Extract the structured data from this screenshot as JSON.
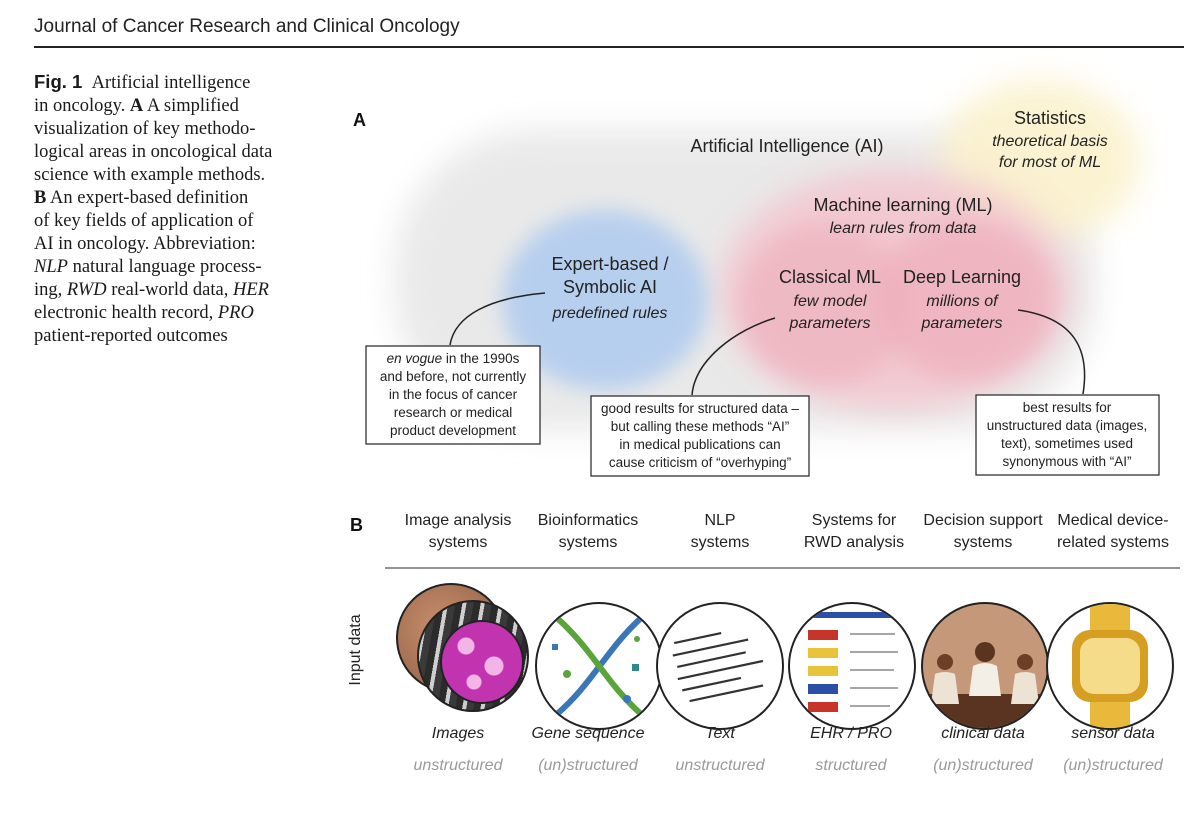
{
  "journal": "Journal of Cancer Research and Clinical Oncology",
  "caption": {
    "fig": "Fig. 1",
    "l1": "Artificial intelligence",
    "l2": "in oncology.",
    "a": "A",
    "a_text1": "A simplified",
    "l3": "visualization of key methodo-",
    "l4": "logical areas in oncological data",
    "l5": "science with example methods.",
    "b": "B",
    "b_text1": "An expert-based definition",
    "l7": "of key fields of application of",
    "l8": "AI in oncology. Abbreviation:",
    "nlp": "NLP",
    "nlp_text": "natural language process-",
    "l10": "ing,",
    "rwd": "RWD",
    "rwd_text": "real-world data,",
    "her": "HER",
    "l11": "electronic health record,",
    "pro": "PRO",
    "l12": "patient-reported outcomes"
  },
  "panel_a": {
    "label": "A",
    "ai": "Artificial Intelligence (AI)",
    "stat_title": "Statistics",
    "stat_l1": "theoretical basis",
    "stat_l2": "for most of ML",
    "ml_title": "Machine learning (ML)",
    "ml_sub": "learn rules from data",
    "expert_l1": "Expert-based /",
    "expert_l2": "Symbolic AI",
    "expert_sub": "predefined rules",
    "classical_title": "Classical ML",
    "classical_l1": "few model",
    "classical_l2": "parameters",
    "deep_title": "Deep Learning",
    "deep_l1": "millions of",
    "deep_l2": "parameters",
    "box1_em": "en vogue",
    "box1_l1": " in the 1990s",
    "box1_l2": "and before, not currently",
    "box1_l3": "in the focus of cancer",
    "box1_l4": "research or medical",
    "box1_l5": "product development",
    "box2_l1": "good results for structured data –",
    "box2_l2": "but calling these methods “AI”",
    "box2_l3": "in medical publications can",
    "box2_l4": "cause criticism of “overhyping”",
    "box3_l1": "best results for",
    "box3_l2": "unstructured data (images,",
    "box3_l3": "text), sometimes used",
    "box3_l4": "synonymous with “AI”"
  },
  "panel_b": {
    "label": "B",
    "input_data": "Input data",
    "columns": [
      {
        "h1": "Image analysis",
        "h2": "systems",
        "label": "Images",
        "sub": "unstructured"
      },
      {
        "h1": "Bioinformatics",
        "h2": "systems",
        "label": "Gene sequence",
        "sub": "(un)structured"
      },
      {
        "h1": "NLP",
        "h2": "systems",
        "label": "Text",
        "sub": "unstructured"
      },
      {
        "h1": "Systems for",
        "h2": "RWD analysis",
        "label": "EHR / PRO",
        "sub": "structured"
      },
      {
        "h1": "Decision support",
        "h2": "systems",
        "label": "clinical data",
        "sub": "(un)structured"
      },
      {
        "h1": "Medical device-",
        "h2": "related systems",
        "label": "sensor data",
        "sub": "(un)structured"
      }
    ]
  }
}
